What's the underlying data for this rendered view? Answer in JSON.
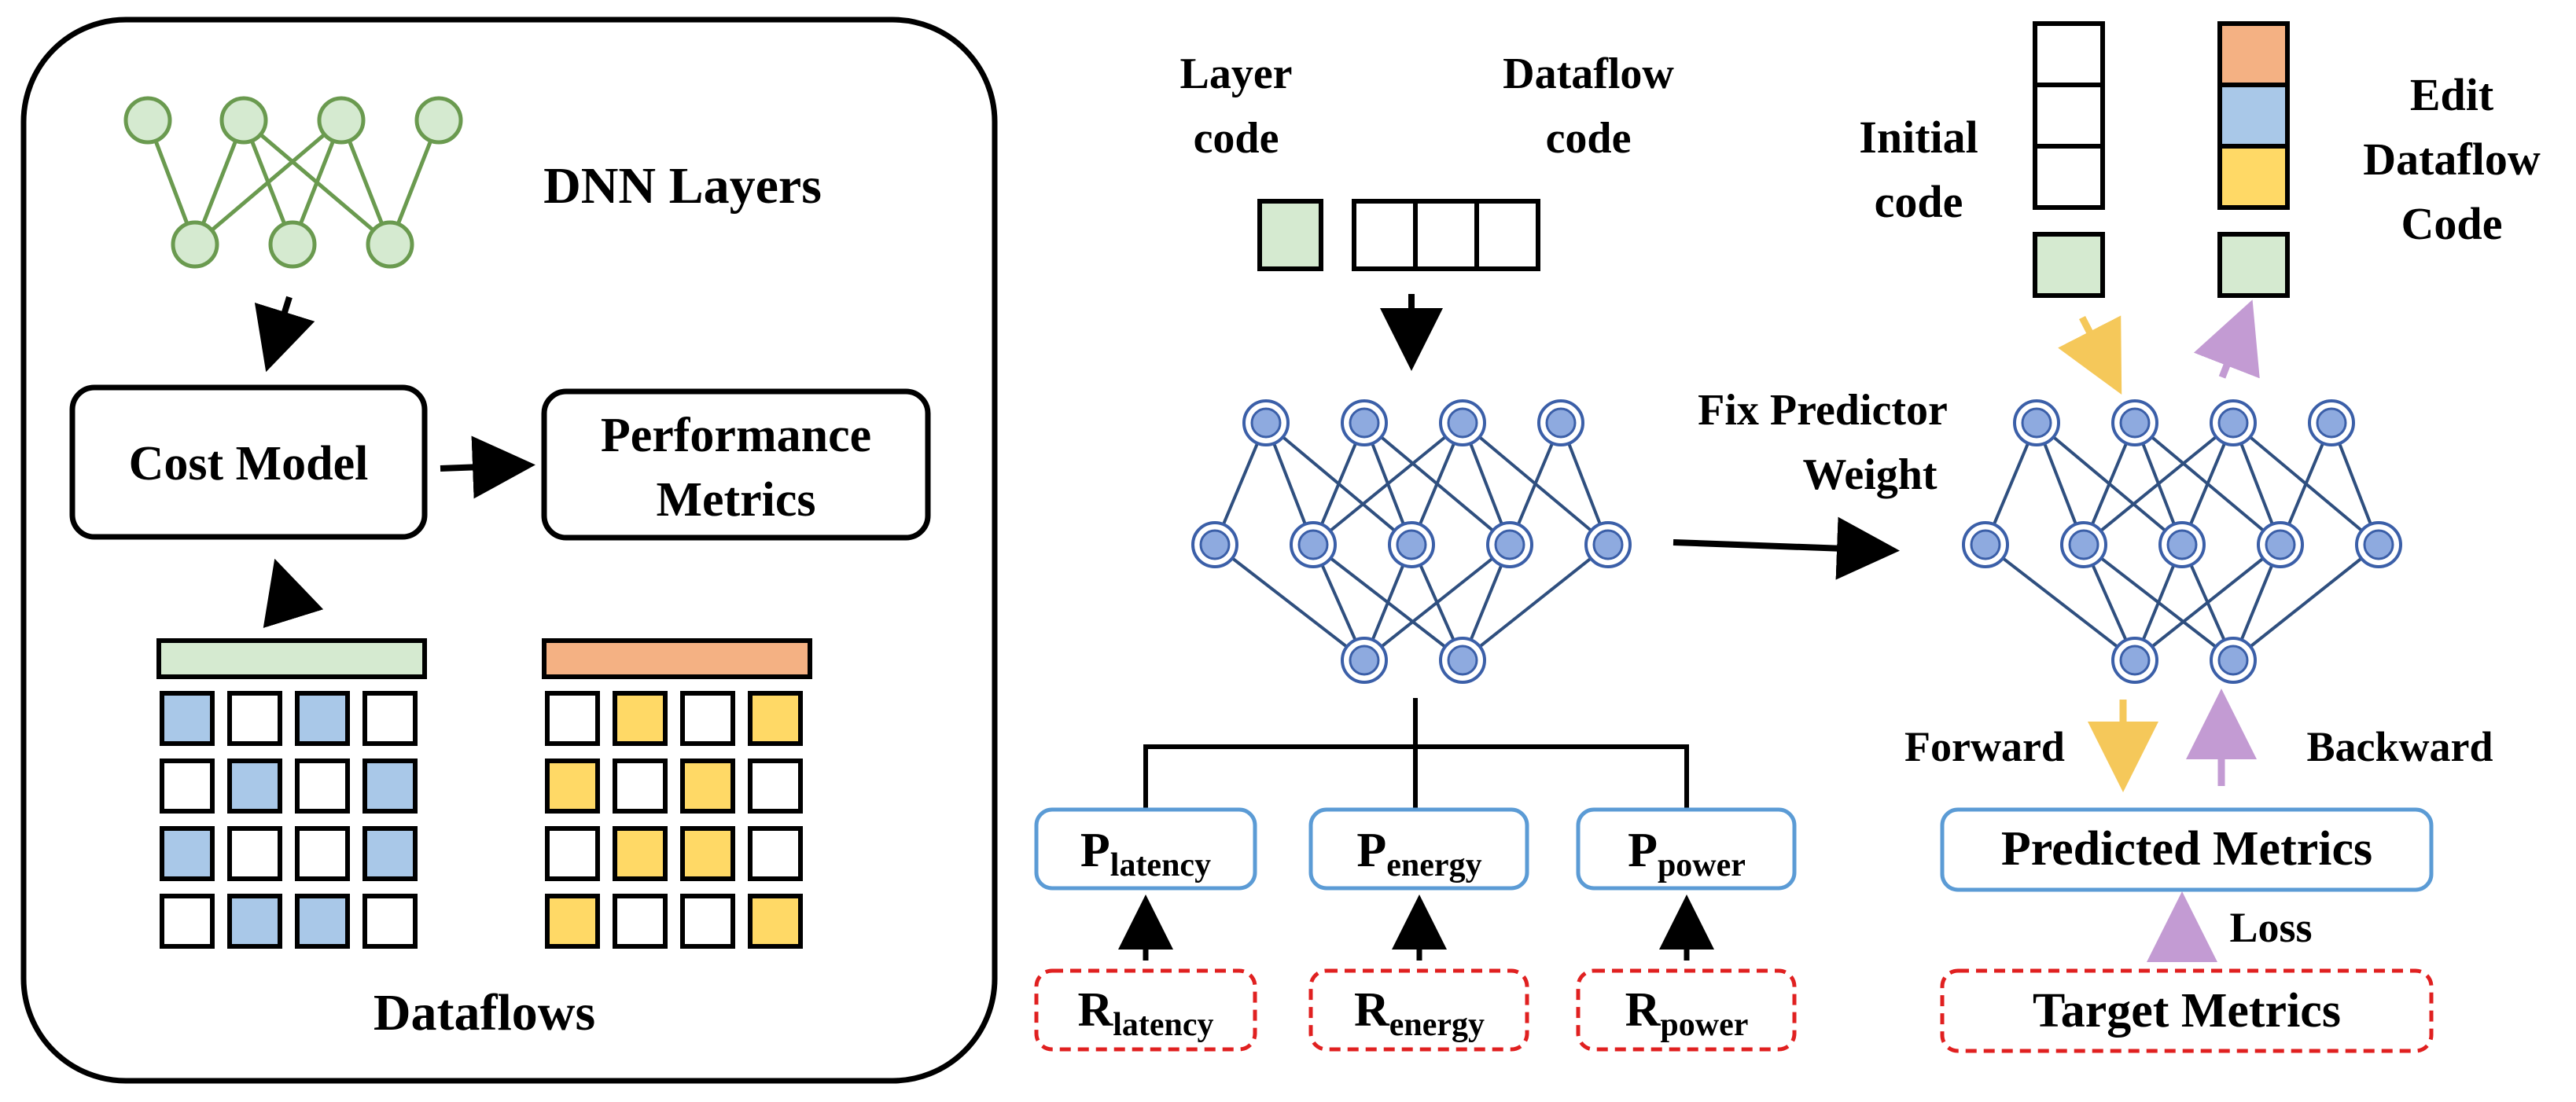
{
  "left_panel": {
    "dnn_layers_label": "DNN Layers",
    "cost_model_label": "Cost Model",
    "performance_metrics_label": [
      "Performance",
      "Metrics"
    ],
    "dataflows_label": "Dataflows",
    "dataflow_a_pattern": [
      [
        1,
        0,
        1,
        0
      ],
      [
        0,
        1,
        0,
        1
      ],
      [
        1,
        0,
        0,
        1
      ],
      [
        0,
        1,
        1,
        0
      ]
    ],
    "dataflow_b_pattern": [
      [
        0,
        1,
        0,
        1
      ],
      [
        1,
        0,
        1,
        0
      ],
      [
        0,
        1,
        1,
        0
      ],
      [
        1,
        0,
        0,
        1
      ]
    ]
  },
  "middle_panel": {
    "layer_code_label": [
      "Layer",
      "code"
    ],
    "dataflow_code_label": [
      "Dataflow",
      "code"
    ],
    "predictors": [
      {
        "base": "P",
        "sub": "latency"
      },
      {
        "base": "P",
        "sub": "energy"
      },
      {
        "base": "P",
        "sub": "power"
      }
    ],
    "references": [
      {
        "base": "R",
        "sub": "latency"
      },
      {
        "base": "R",
        "sub": "energy"
      },
      {
        "base": "R",
        "sub": "power"
      }
    ],
    "fix_predictor_label": [
      "Fix Predictor",
      "Weight"
    ]
  },
  "right_panel": {
    "initial_code_label": [
      "Initial",
      "code"
    ],
    "edit_dataflow_code_label": [
      "Edit",
      "Dataflow",
      "Code"
    ],
    "forward_label": "Forward",
    "backward_label": "Backward",
    "predicted_metrics_label": "Predicted Metrics",
    "loss_label": "Loss",
    "target_metrics_label": "Target Metrics"
  },
  "colors": {
    "green_fill": "#d5ead0",
    "green_stroke": "#6a9a4f",
    "blue_fill": "#a9c8e8",
    "orange_fill": "#f4b183",
    "yellow_fill": "#ffd966",
    "node_fill": "#8eaadf",
    "node_stroke": "#3b5fa8",
    "net_line": "#2f4f7f",
    "predictor_box": "#5b9bd5",
    "red_dash": "#e02020",
    "yellow_arrow": "#f5c85a",
    "purple_arrow": "#c39bd3"
  }
}
